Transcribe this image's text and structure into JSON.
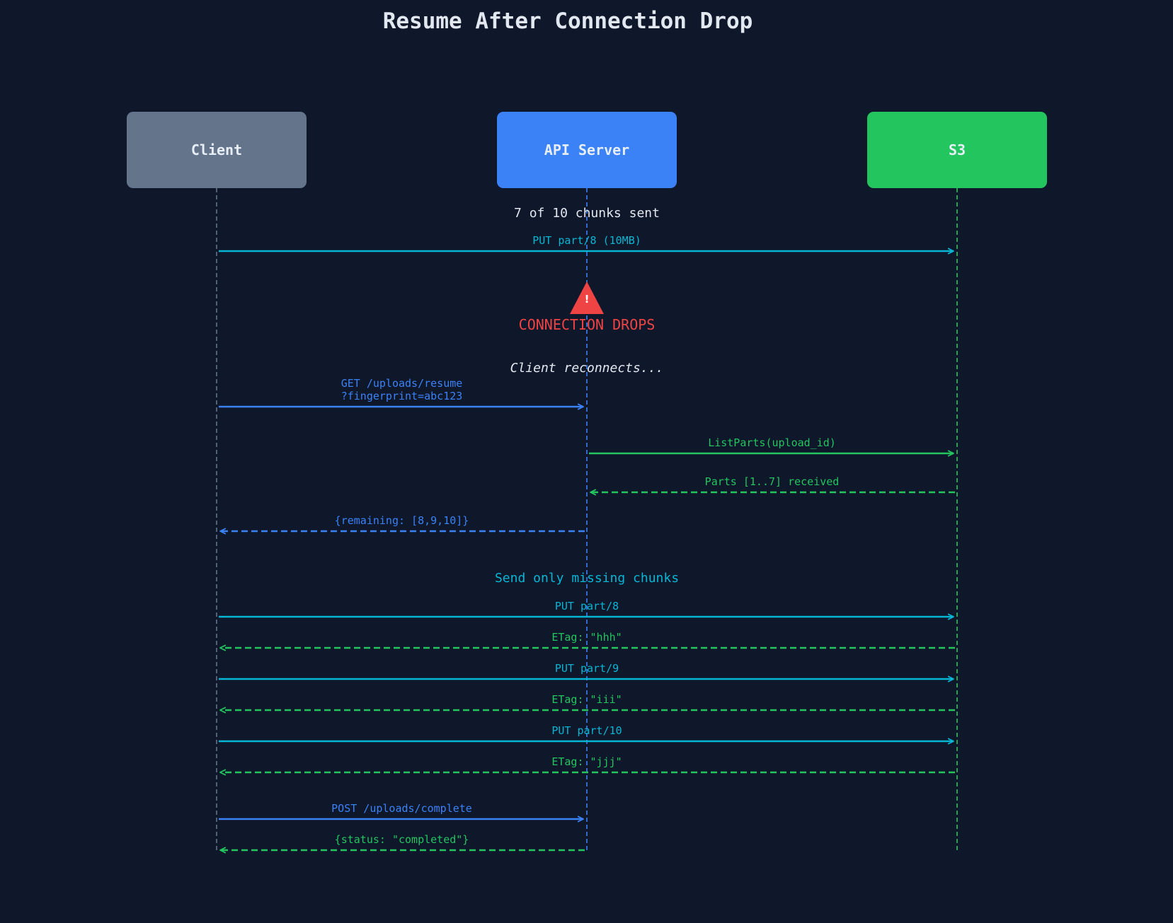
{
  "title": "Resume After Connection Drop",
  "colors": {
    "background": "#0f172a",
    "client": "#64748b",
    "api": "#3b82f6",
    "s3": "#22c55e",
    "cyan": "#06b6d4",
    "red": "#ef4444",
    "text": "#e2e8f0"
  },
  "actors": [
    {
      "id": "client",
      "label": "Client",
      "color": "#64748b"
    },
    {
      "id": "api",
      "label": "API Server",
      "color": "#3b82f6"
    },
    {
      "id": "s3",
      "label": "S3",
      "color": "#22c55e"
    }
  ],
  "notes": {
    "progress": "7 of 10 chunks sent",
    "warning_icon": "!",
    "connection_drops": "CONNECTION DROPS",
    "reconnects": "Client reconnects...",
    "send_missing": "Send only missing chunks"
  },
  "warning": {
    "icon": "warning-triangle-icon",
    "color": "#ef4444"
  },
  "messages": [
    {
      "from": "client",
      "to": "s3",
      "lines": [
        "PUT part/8 (10MB)"
      ],
      "style": "solid",
      "color": "#06b6d4"
    },
    {
      "from": "client",
      "to": "api",
      "lines": [
        "GET /uploads/resume",
        "?fingerprint=abc123"
      ],
      "style": "solid",
      "color": "#3b82f6"
    },
    {
      "from": "api",
      "to": "s3",
      "lines": [
        "ListParts(upload_id)"
      ],
      "style": "solid",
      "color": "#22c55e"
    },
    {
      "from": "s3",
      "to": "api",
      "lines": [
        "Parts [1..7] received"
      ],
      "style": "dashed",
      "color": "#22c55e"
    },
    {
      "from": "api",
      "to": "client",
      "lines": [
        "{remaining: [8,9,10]}"
      ],
      "style": "dashed",
      "color": "#3b82f6"
    },
    {
      "from": "client",
      "to": "s3",
      "lines": [
        "PUT part/8"
      ],
      "style": "solid",
      "color": "#06b6d4"
    },
    {
      "from": "s3",
      "to": "client",
      "lines": [
        "ETag: \"hhh\""
      ],
      "style": "dashed",
      "color": "#22c55e"
    },
    {
      "from": "client",
      "to": "s3",
      "lines": [
        "PUT part/9"
      ],
      "style": "solid",
      "color": "#06b6d4"
    },
    {
      "from": "s3",
      "to": "client",
      "lines": [
        "ETag: \"iii\""
      ],
      "style": "dashed",
      "color": "#22c55e"
    },
    {
      "from": "client",
      "to": "s3",
      "lines": [
        "PUT part/10"
      ],
      "style": "solid",
      "color": "#06b6d4"
    },
    {
      "from": "s3",
      "to": "client",
      "lines": [
        "ETag: \"jjj\""
      ],
      "style": "dashed",
      "color": "#22c55e"
    },
    {
      "from": "client",
      "to": "api",
      "lines": [
        "POST /uploads/complete"
      ],
      "style": "solid",
      "color": "#3b82f6"
    },
    {
      "from": "api",
      "to": "client",
      "lines": [
        "{status: \"completed\"}"
      ],
      "style": "dashed",
      "color": "#22c55e"
    }
  ]
}
